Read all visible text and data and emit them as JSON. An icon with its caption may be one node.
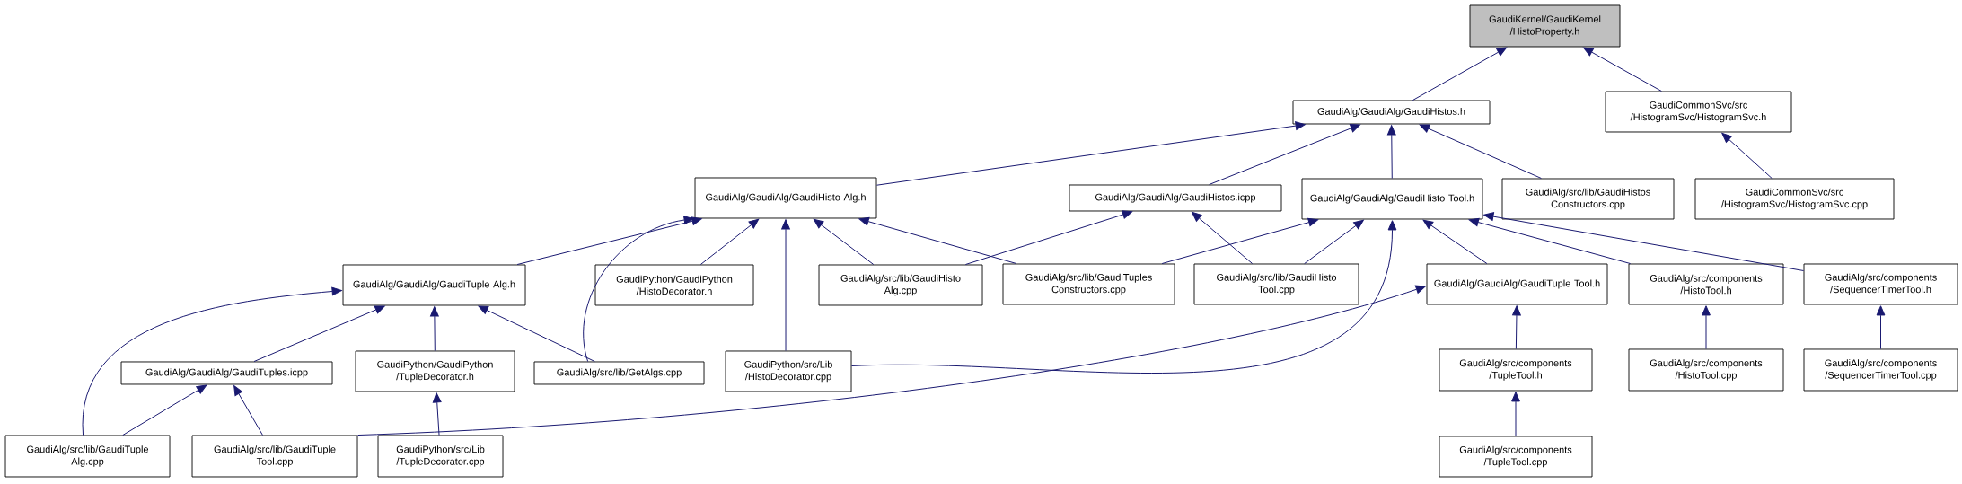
{
  "diagram": {
    "nodes": [
      {
        "text": [
          "GaudiKernel/GaudiKernel /HistoProperty.h"
        ]
      },
      {
        "text": [
          "GaudiAlg/GaudiAlg/GaudiHistos.h"
        ]
      },
      {
        "text": [
          "GaudiCommonSvc/src /HistogramSvc/HistogramSvc.h"
        ]
      },
      {
        "text": [
          "GaudiAlg/GaudiAlg/GaudiHisto Alg.h"
        ]
      },
      {
        "text": [
          "GaudiAlg/GaudiAlg/GaudiHistos.icpp"
        ]
      },
      {
        "text": [
          "GaudiAlg/GaudiAlg/GaudiHisto Tool.h"
        ]
      },
      {
        "text": [
          "GaudiAlg/src/lib/GaudiHistos Constructors.cpp"
        ]
      },
      {
        "text": [
          "GaudiCommonSvc/src /HistogramSvc/HistogramSvc.cpp"
        ]
      },
      {
        "text": [
          "GaudiAlg/GaudiAlg/GaudiTuple Alg.h"
        ]
      },
      {
        "text": [
          "GaudiPython/GaudiPython /HistoDecorator.h"
        ]
      },
      {
        "text": [
          "GaudiAlg/src/lib/GaudiHisto Alg.cpp"
        ]
      },
      {
        "text": [
          "GaudiAlg/src/lib/GaudiTuples Constructors.cpp"
        ]
      },
      {
        "text": [
          "GaudiAlg/src/lib/GaudiHisto Tool.cpp"
        ]
      },
      {
        "text": [
          "GaudiAlg/GaudiAlg/GaudiTuple Tool.h"
        ]
      },
      {
        "text": [
          "GaudiAlg/src/components /HistoTool.h"
        ]
      },
      {
        "text": [
          "GaudiAlg/src/components /SequencerTimerTool.h"
        ]
      },
      {
        "text": [
          "GaudiAlg/GaudiAlg/GaudiTuples.icpp"
        ]
      },
      {
        "text": [
          "GaudiPython/GaudiPython /TupleDecorator.h"
        ]
      },
      {
        "text": [
          "GaudiAlg/src/lib/GetAlgs.cpp"
        ]
      },
      {
        "text": [
          "GaudiPython/src/Lib /HistoDecorator.cpp"
        ]
      },
      {
        "text": [
          "GaudiAlg/src/components /TupleTool.h"
        ]
      },
      {
        "text": [
          "GaudiAlg/src/components /HistoTool.cpp"
        ]
      },
      {
        "text": [
          "GaudiAlg/src/components /SequencerTimerTool.cpp"
        ]
      },
      {
        "text": [
          "GaudiAlg/src/lib/GaudiTuple Alg.cpp"
        ]
      },
      {
        "text": [
          "GaudiAlg/src/lib/GaudiTuple Tool.cpp"
        ]
      },
      {
        "text": [
          "GaudiPython/src/Lib /TupleDecorator.cpp"
        ]
      },
      {
        "text": [
          "GaudiAlg/src/components /TupleTool.cpp"
        ]
      }
    ],
    "edges": [
      {
        "from": 1,
        "to": 0,
        "arrow": "to"
      },
      {
        "from": 2,
        "to": 0,
        "arrow": "to"
      },
      {
        "from": 3,
        "to": 1,
        "arrow": "to"
      },
      {
        "from": 4,
        "to": 1,
        "arrow": "to"
      },
      {
        "from": 5,
        "to": 1,
        "arrow": "to"
      },
      {
        "from": 6,
        "to": 1,
        "arrow": "to"
      },
      {
        "from": 7,
        "to": 2,
        "arrow": "to"
      },
      {
        "from": 8,
        "to": 3,
        "arrow": "to"
      },
      {
        "from": 18,
        "to": 3,
        "arrow": "to"
      },
      {
        "from": 9,
        "to": 3,
        "arrow": "to"
      },
      {
        "from": 19,
        "to": 3,
        "arrow": "to"
      },
      {
        "from": 10,
        "to": 3,
        "arrow": "to"
      },
      {
        "from": 11,
        "to": 3,
        "arrow": "to"
      },
      {
        "from": 10,
        "to": 4,
        "arrow": "to"
      },
      {
        "from": 12,
        "to": 4,
        "arrow": "to"
      },
      {
        "from": 11,
        "to": 5,
        "arrow": "to"
      },
      {
        "from": 12,
        "to": 5,
        "arrow": "to"
      },
      {
        "from": 19,
        "to": 5,
        "arrow": "to"
      },
      {
        "from": 13,
        "to": 5,
        "arrow": "to"
      },
      {
        "from": 14,
        "to": 5,
        "arrow": "to"
      },
      {
        "from": 15,
        "to": 5,
        "arrow": "to"
      },
      {
        "from": 23,
        "to": 8,
        "arrow": "to"
      },
      {
        "from": 16,
        "to": 8,
        "arrow": "to"
      },
      {
        "from": 17,
        "to": 8,
        "arrow": "to"
      },
      {
        "from": 18,
        "to": 8,
        "arrow": "to"
      },
      {
        "from": 24,
        "to": 13,
        "arrow": "to"
      },
      {
        "from": 20,
        "to": 13,
        "arrow": "to"
      },
      {
        "from": 21,
        "to": 14,
        "arrow": "to"
      },
      {
        "from": 22,
        "to": 15,
        "arrow": "to"
      },
      {
        "from": 23,
        "to": 16,
        "arrow": "to"
      },
      {
        "from": 24,
        "to": 16,
        "arrow": "to"
      },
      {
        "from": 25,
        "to": 17,
        "arrow": "to"
      },
      {
        "from": 26,
        "to": 20,
        "arrow": "to"
      }
    ]
  }
}
